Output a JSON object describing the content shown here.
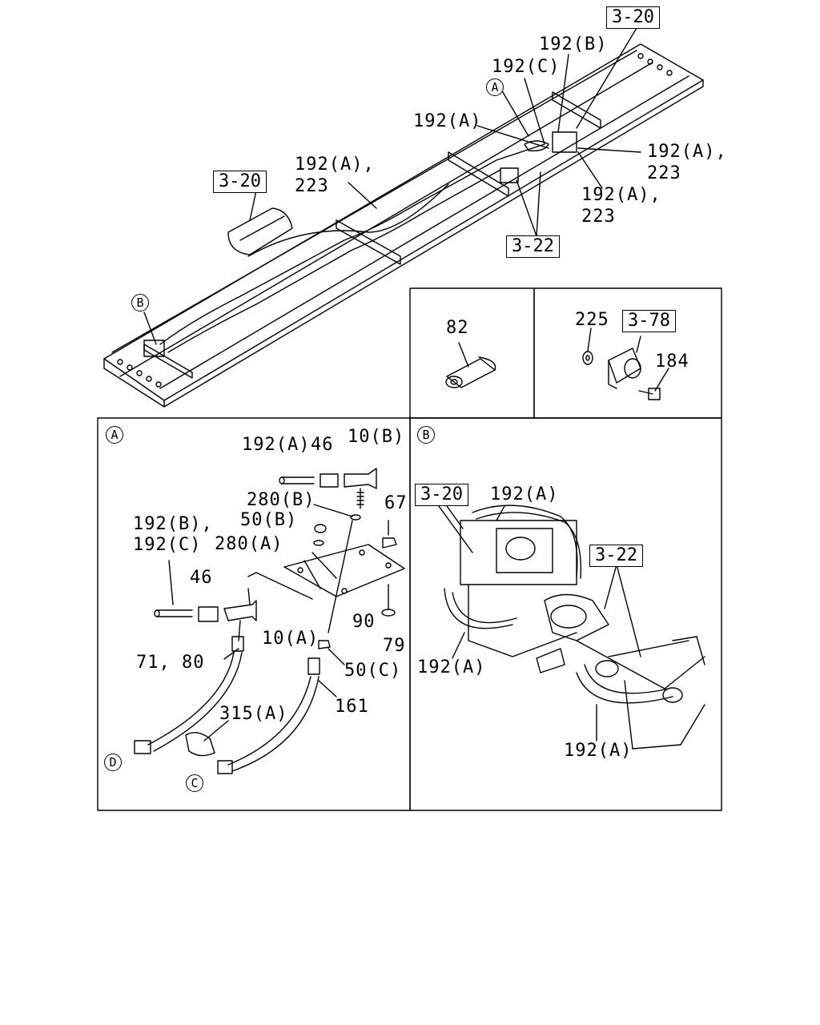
{
  "top_view": {
    "ref_3_20_top": "3-20",
    "ref_3_20_left": "3-20",
    "ref_3_22_top": "3-22",
    "lbl_192b": "192(B)",
    "lbl_192c": "192(C)",
    "lbl_192a_top": "192(A)",
    "lbl_192a_223_left_1": "192(A),",
    "lbl_192a_223_left_2": "223",
    "lbl_192a_223_r1_1": "192(A),",
    "lbl_192a_223_r1_2": "223",
    "lbl_192a_223_r2_1": "192(A),",
    "lbl_192a_223_r2_2": "223",
    "circle_a": "A",
    "circle_b": "B"
  },
  "box_82": {
    "lbl_82": "82"
  },
  "box_bracket": {
    "lbl_225": "225",
    "ref_3_78": "3-78",
    "lbl_184": "184"
  },
  "panel_a": {
    "circle": "A",
    "lbl_192a": "192(A)",
    "lbl_46_top": "46",
    "lbl_10b": "10(B)",
    "lbl_280b": "280(B)",
    "lbl_67": "67",
    "lbl_50b": "50(B)",
    "lbl_192b_1": "192(B),",
    "lbl_192c_2": "192(C)",
    "lbl_280a": "280(A)",
    "lbl_46_left": "46",
    "lbl_90": "90",
    "lbl_10a": "10(A)",
    "lbl_79": "79",
    "lbl_71_80": "71, 80",
    "lbl_50c": "50(C)",
    "lbl_161": "161",
    "lbl_315a": "315(A)",
    "circle_d": "D",
    "circle_c": "C"
  },
  "panel_b": {
    "circle": "B",
    "ref_3_20": "3-20",
    "lbl_192a_top": "192(A)",
    "ref_3_22": "3-22",
    "lbl_192a_left": "192(A)",
    "lbl_192a_bottom": "192(A)"
  }
}
